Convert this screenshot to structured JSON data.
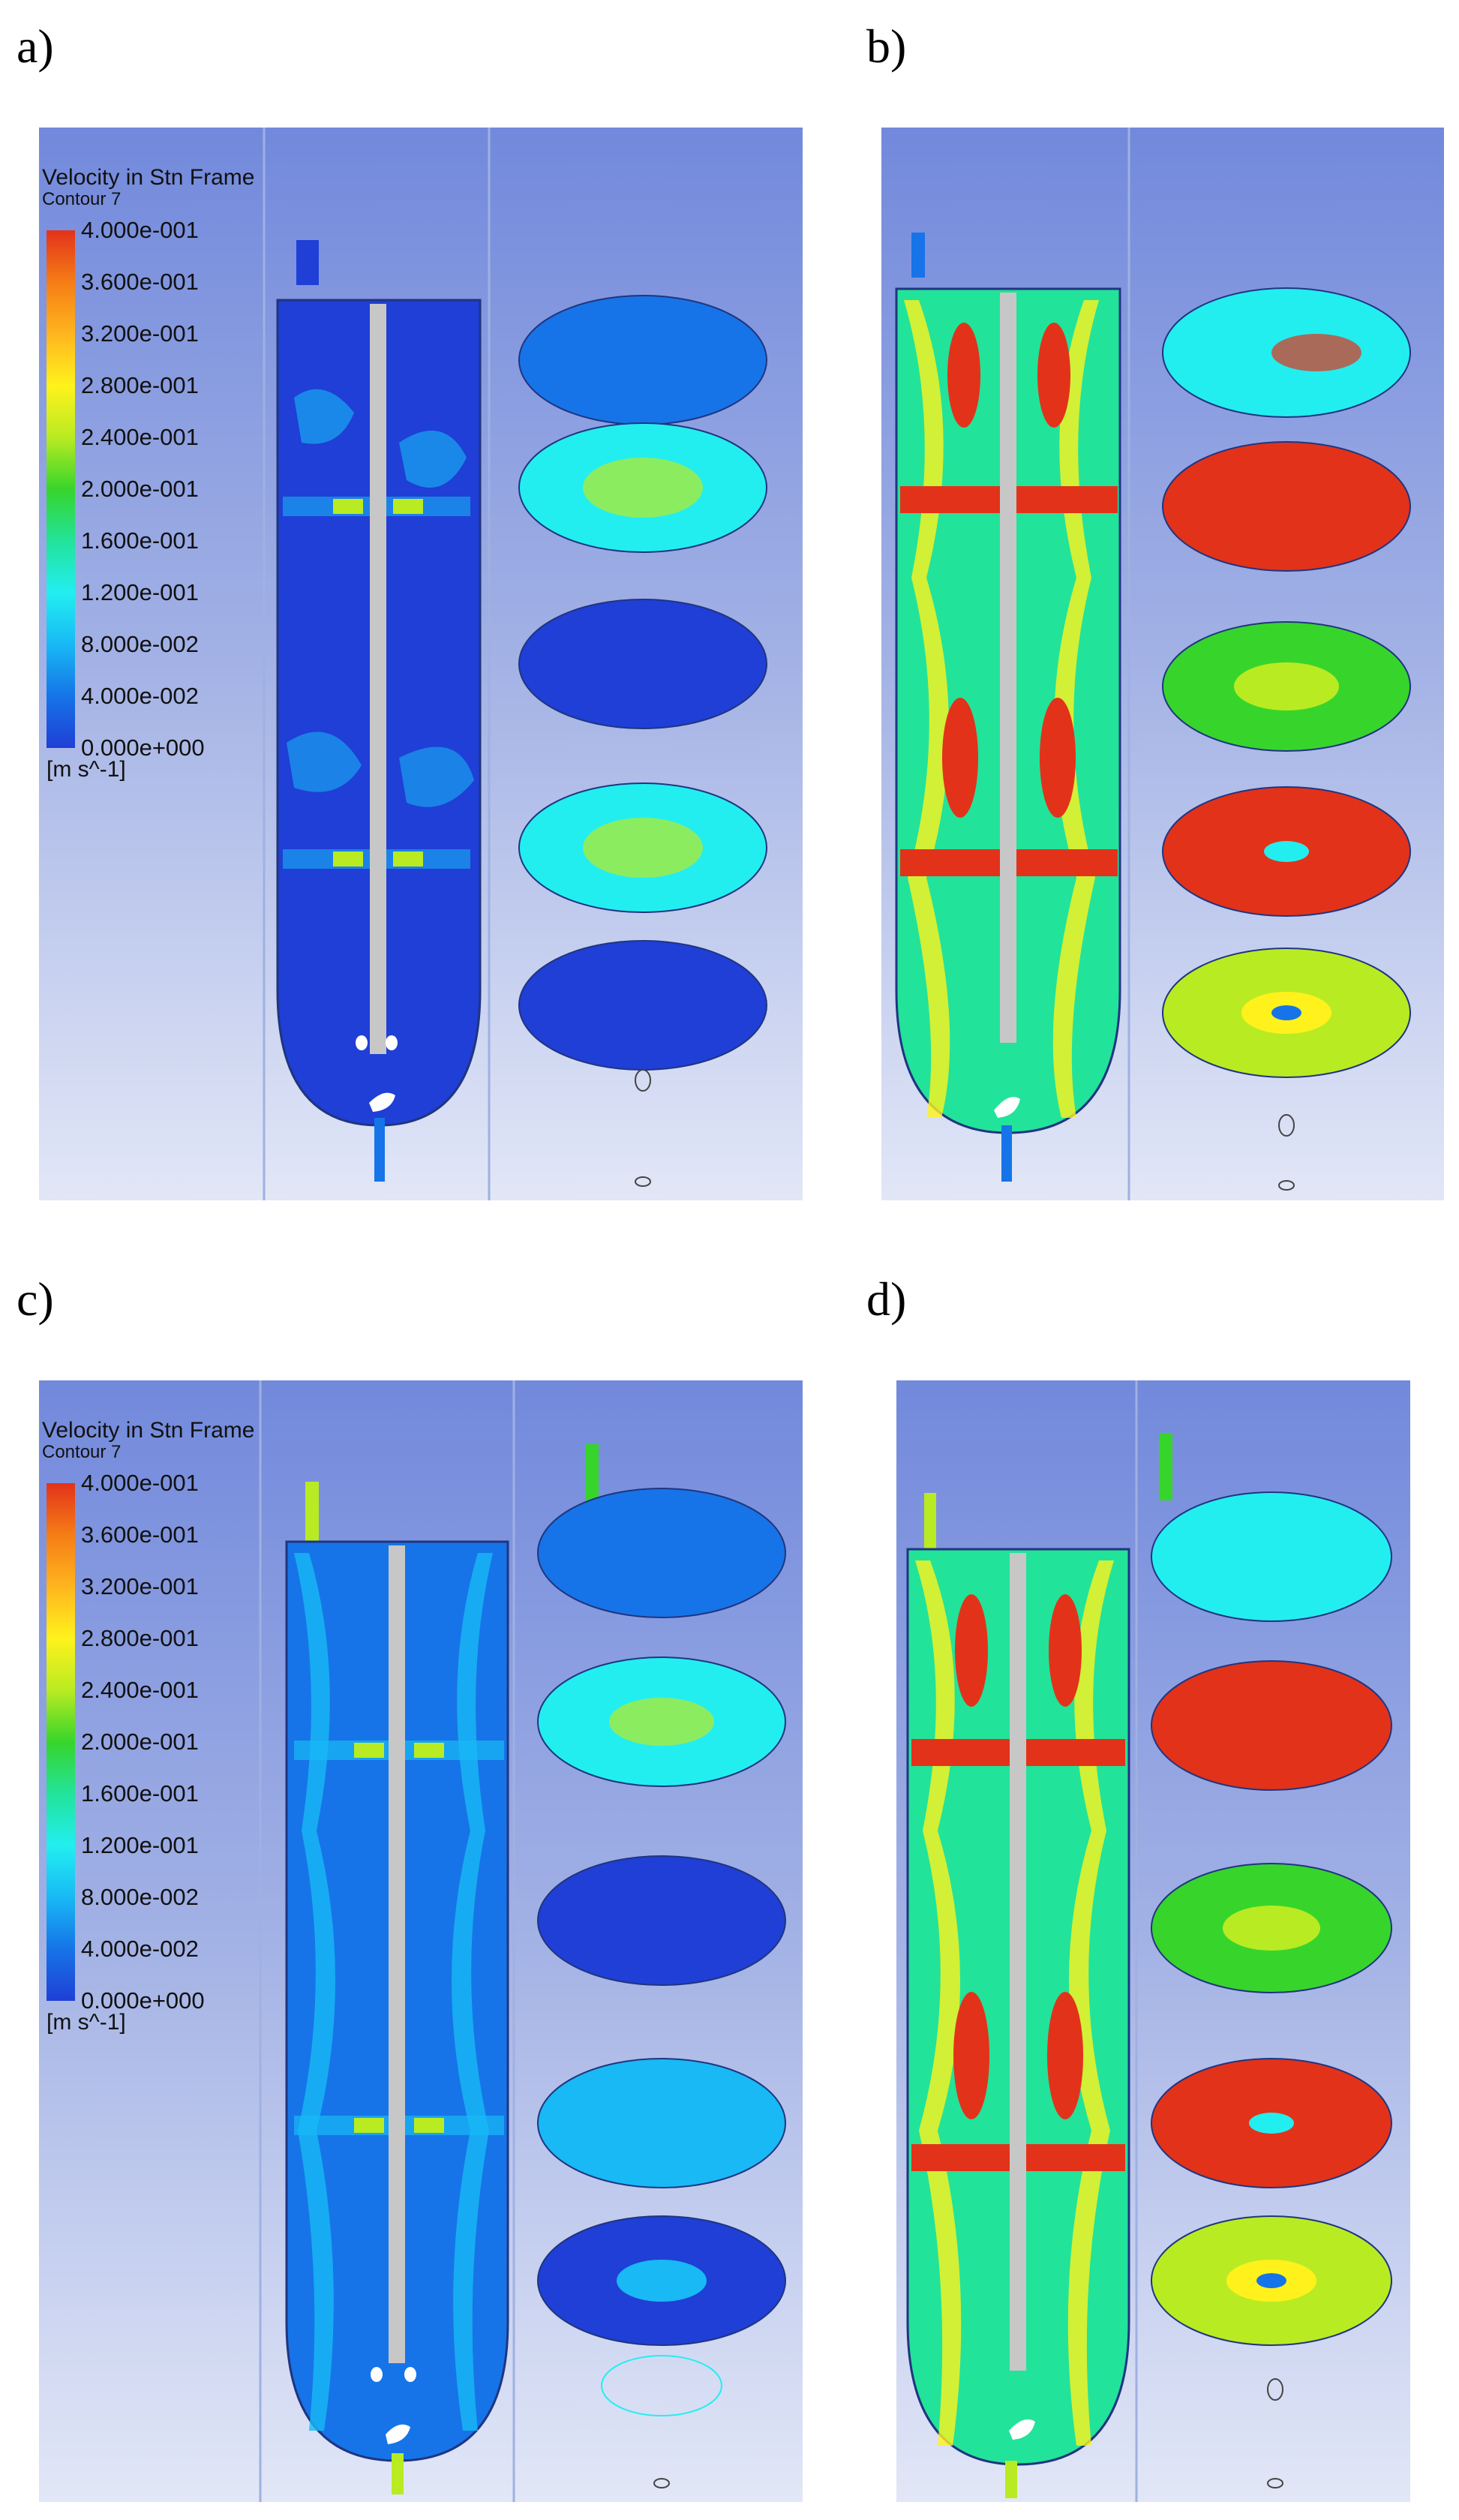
{
  "panels": {
    "a": {
      "label": "a)"
    },
    "b": {
      "label": "b)"
    },
    "c": {
      "label": "c)"
    },
    "d": {
      "label": "d)"
    }
  },
  "legend": {
    "title": "Velocity in Stn Frame",
    "subtitle": "Contour 7",
    "ticks": [
      "4.000e-001",
      "3.600e-001",
      "3.200e-001",
      "2.800e-001",
      "2.400e-001",
      "2.000e-001",
      "1.600e-001",
      "1.200e-001",
      "8.000e-002",
      "4.000e-002",
      "0.000e+000"
    ],
    "unit": "[m s^-1]",
    "colors": [
      "#e3321a",
      "#f57d16",
      "#ffb51e",
      "#fff21c",
      "#b9eb22",
      "#37d52b",
      "#22e39a",
      "#22eef0",
      "#18b9f5",
      "#1674e8",
      "#1f3fd6"
    ]
  },
  "colors": {
    "background_top": "#7289dc",
    "background_bottom": "#e2e7f7",
    "low_velocity": "#1f3fd6",
    "high_velocity": "#e3321a"
  }
}
